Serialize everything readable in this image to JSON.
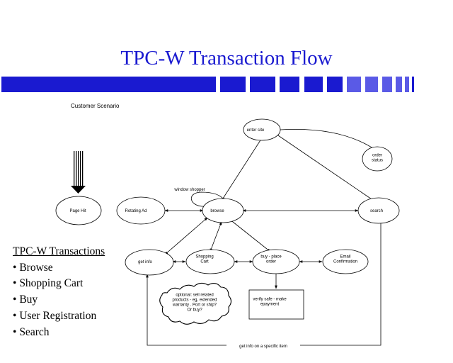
{
  "title": "TPC-W Transaction Flow",
  "scenario_label": "Customer Scenario",
  "nodes": {
    "enter_site": "enter site",
    "order_status": "order\nstatus",
    "page_hit": "Page Hit",
    "rotating_ad": "Rotating Ad",
    "browse": "browse",
    "search": "search",
    "get_info": "get info",
    "shopping_cart": "Shopping\nCart",
    "buy": "buy - place\norder",
    "email": "Email\nConfirmation",
    "verify_safe": "verify safe - make\nepayment",
    "optional": "optional: sell related\nproducts - eg, extended\nwarranty . Port or ship?\nOr buy?"
  },
  "edge_labels": {
    "window_shopper": "window shopper",
    "get_info_specific": "get info on a specific item"
  },
  "transactions": {
    "heading": "TPC-W Transactions",
    "items": [
      "Browse",
      "Shopping Cart",
      "Buy",
      "User Registration",
      "Search"
    ]
  },
  "colors": {
    "accent": "#1a1ad0",
    "accent_light": "#5a5ae6"
  }
}
